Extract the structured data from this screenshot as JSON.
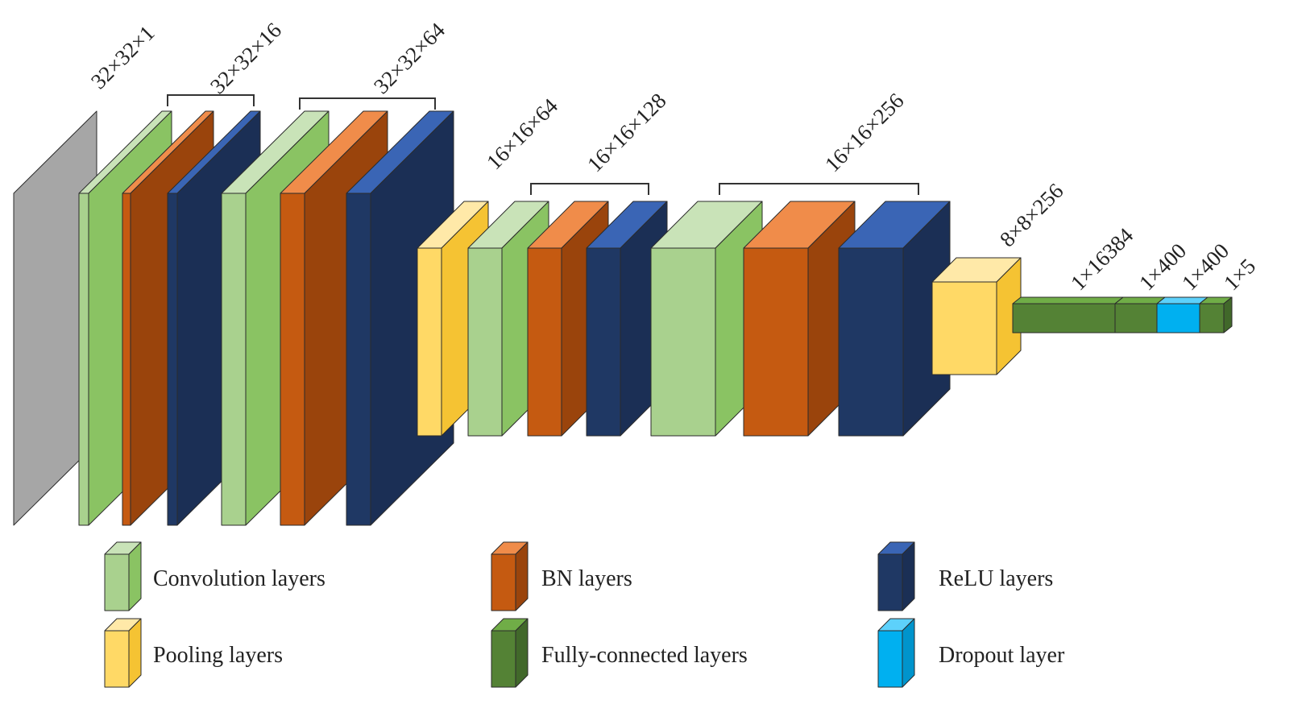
{
  "colors": {
    "input": {
      "front": "#a6a6a6",
      "side": "#a6a6a6",
      "top": "#a6a6a6"
    },
    "conv": {
      "front": "#a9d18e",
      "side": "#8ac363",
      "top": "#c9e3b8"
    },
    "bn": {
      "front": "#c55a11",
      "side": "#9a440c",
      "top": "#f08c4a"
    },
    "relu": {
      "front": "#1f3864",
      "side": "#1b2f55",
      "top": "#3a65b5"
    },
    "pool": {
      "front": "#ffd966",
      "side": "#f5c333",
      "top": "#ffe9a8"
    },
    "fc": {
      "front": "#548235",
      "side": "#41682a",
      "top": "#70ad47"
    },
    "dropout": {
      "front": "#00b0f0",
      "side": "#0094cc",
      "top": "#5dd1fb"
    }
  },
  "dimension_labels": [
    "32×32×1",
    "32×32×16",
    "32×32×64",
    "16×16×64",
    "16×16×128",
    "16×16×256",
    "8×8×256",
    "1×16384",
    "1×400",
    "1×400",
    "1×5"
  ],
  "legend": [
    {
      "type": "conv",
      "label": "Convolution layers"
    },
    {
      "type": "bn",
      "label": "BN layers"
    },
    {
      "type": "relu",
      "label": "ReLU layers"
    },
    {
      "type": "pool",
      "label": "Pooling layers"
    },
    {
      "type": "fc",
      "label": "Fully-connected layers"
    },
    {
      "type": "dropout",
      "label": "Dropout layer"
    }
  ]
}
